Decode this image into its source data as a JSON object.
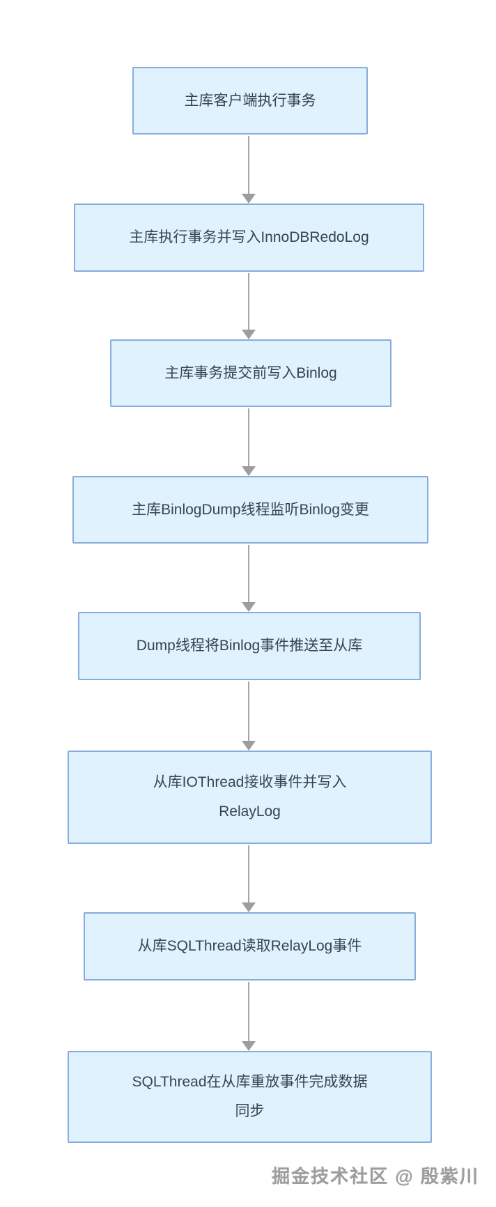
{
  "page": {
    "background": "#ffffff"
  },
  "colors": {
    "node_fill": "#e0f2fd",
    "node_border": "#88acdc",
    "node_text": "#36454f",
    "arrow": "#a5a5a5",
    "watermark": "#9c9c9c"
  },
  "flow": {
    "type": "flowchart",
    "direction": "top-down",
    "nodes": [
      {
        "id": 1,
        "label": "主库客户端执行事务"
      },
      {
        "id": 2,
        "label": "主库执行事务并写入InnoDBRedoLog"
      },
      {
        "id": 3,
        "label": "主库事务提交前写入Binlog"
      },
      {
        "id": 4,
        "label": "主库BinlogDump线程监听Binlog变更"
      },
      {
        "id": 5,
        "label": "Dump线程将Binlog事件推送至从库"
      },
      {
        "id": 6,
        "label": "从库IOThread接收事件并写入\nRelayLog"
      },
      {
        "id": 7,
        "label": "从库SQLThread读取RelayLog事件"
      },
      {
        "id": 8,
        "label": "SQLThread在从库重放事件完成数据\n同步"
      }
    ],
    "edges": [
      {
        "from": 1,
        "to": 2
      },
      {
        "from": 2,
        "to": 3
      },
      {
        "from": 3,
        "to": 4
      },
      {
        "from": 4,
        "to": 5
      },
      {
        "from": 5,
        "to": 6
      },
      {
        "from": 6,
        "to": 7
      },
      {
        "from": 7,
        "to": 8
      }
    ]
  },
  "watermark": {
    "text": "掘金技术社区 @ 殷紫川"
  }
}
